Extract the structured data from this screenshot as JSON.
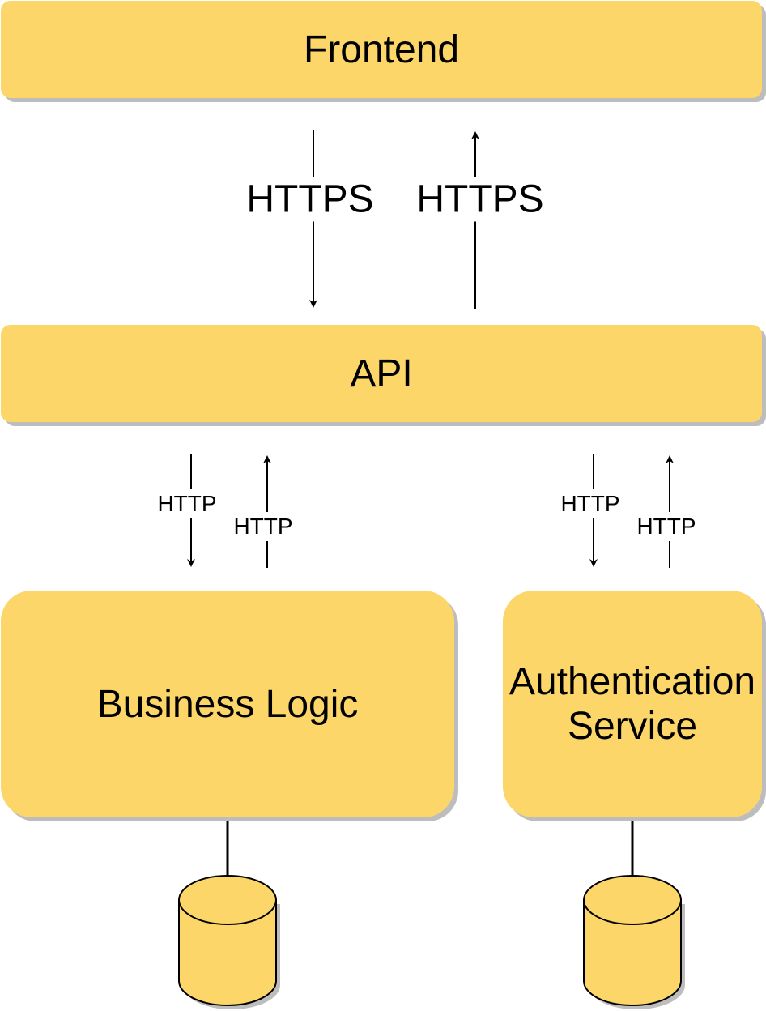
{
  "nodes": {
    "frontend": "Frontend",
    "api": "API",
    "business_logic": "Business Logic",
    "auth_line1": "Authentication",
    "auth_line2": "Service"
  },
  "edges": {
    "frontend_to_api": "HTTPS",
    "api_to_frontend": "HTTPS",
    "api_to_business": "HTTP",
    "business_to_api": "HTTP",
    "api_to_auth": "HTTP",
    "auth_to_api": "HTTP"
  },
  "colors": {
    "box_fill": "#FCD668",
    "shadow": "#BDBDBD",
    "stroke": "#000000"
  },
  "icons": [
    "database-icon",
    "database-icon"
  ]
}
